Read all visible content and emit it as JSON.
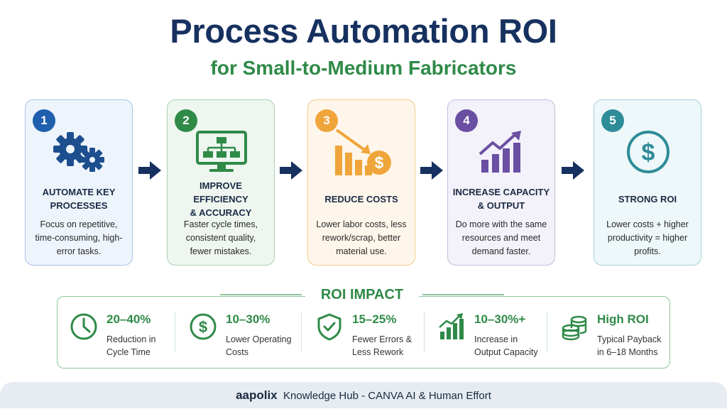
{
  "header": {
    "title": "Process Automation ROI",
    "subtitle": "for Small-to-Medium Fabricators"
  },
  "colors": {
    "navy": "#16315f",
    "green": "#2f8a48",
    "blue": "#1f5fae",
    "orange": "#f0a53a",
    "purple": "#6a4fa3",
    "teal": "#2e8c99"
  },
  "steps": [
    {
      "number": "1",
      "title_line1": "AUTOMATE KEY",
      "title_line2": "PROCESSES",
      "desc": "Focus on repetitive, time-consuming, high-error tasks.",
      "icon": "gears-icon"
    },
    {
      "number": "2",
      "title_line1": "IMPROVE EFFICIENCY",
      "title_line2": "& ACCURACY",
      "desc": "Faster cycle times, consistent quality, fewer mistakes.",
      "icon": "monitor-flowchart-icon"
    },
    {
      "number": "3",
      "title_line1": "REDUCE COSTS",
      "title_line2": "",
      "desc": "Lower labor costs, less rework/scrap, better material use.",
      "icon": "declining-bars-dollar-icon"
    },
    {
      "number": "4",
      "title_line1": "INCREASE CAPACITY",
      "title_line2": "& OUTPUT",
      "desc": "Do more with the same resources and meet demand faster.",
      "icon": "rising-bars-icon"
    },
    {
      "number": "5",
      "title_line1": "STRONG ROI",
      "title_line2": "",
      "desc": "Lower costs + higher productivity = higher profits.",
      "icon": "dollar-circle-icon"
    }
  ],
  "impact": {
    "title": "ROI IMPACT",
    "stats": [
      {
        "value": "20–40%",
        "line1": "Reduction in",
        "line2": "Cycle Time",
        "icon": "clock-icon"
      },
      {
        "value": "10–30%",
        "line1": "Lower Operating",
        "line2": "Costs",
        "icon": "dollar-circle-icon"
      },
      {
        "value": "15–25%",
        "line1": "Fewer Errors &",
        "line2": "Less Rework",
        "icon": "shield-check-icon"
      },
      {
        "value": "10–30%+",
        "line1": "Increase in",
        "line2": "Output Capacity",
        "icon": "growth-chart-icon"
      },
      {
        "value": "High ROI",
        "line1": "Typical Payback",
        "line2": "in 6–18 Months",
        "icon": "coin-stack-icon"
      }
    ]
  },
  "footer": {
    "brand": "aapolix",
    "text": "Knowledge Hub - CANVA AI & Human Effort"
  }
}
